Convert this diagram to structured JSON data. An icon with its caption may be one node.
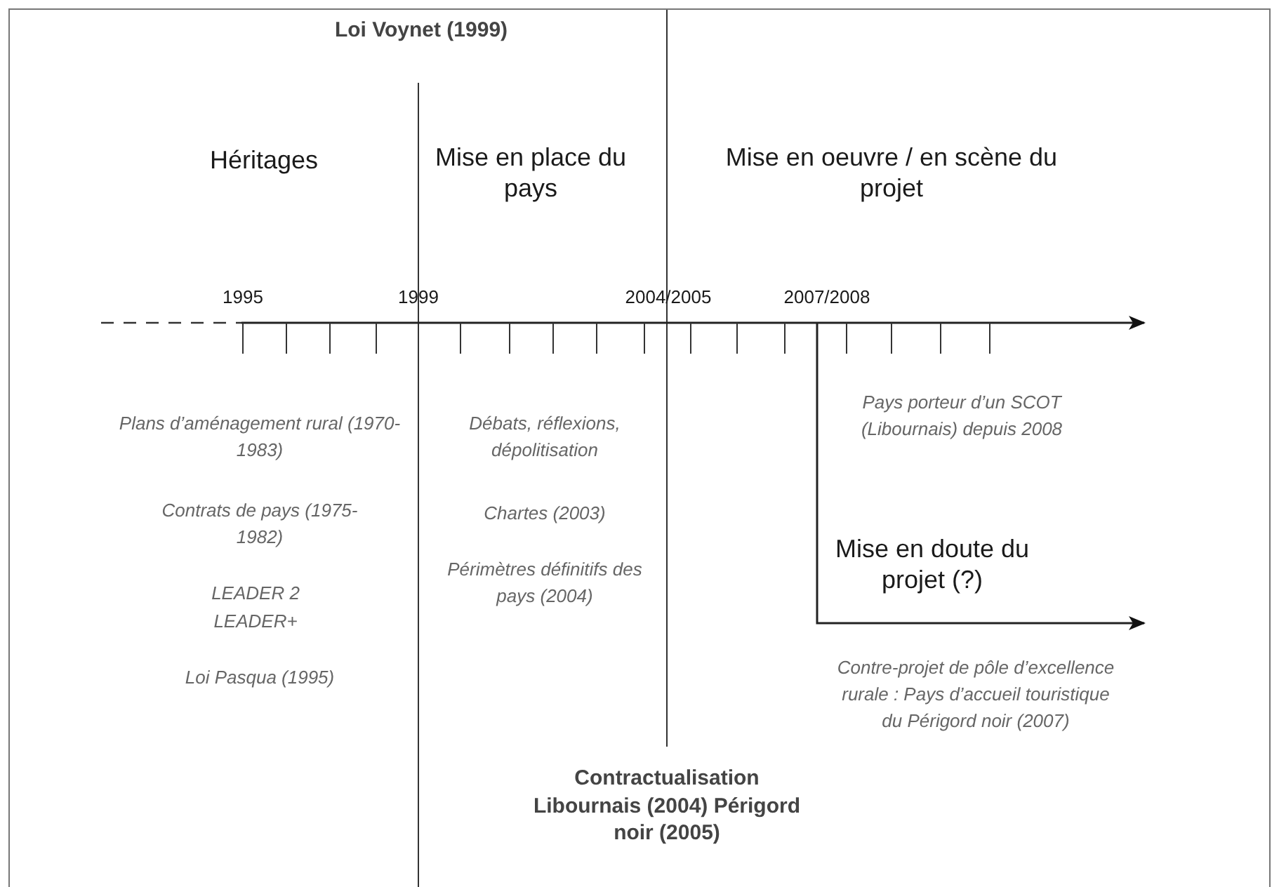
{
  "diagram": {
    "labels": [
      "Loi Voynet (1999)",
      "Héritages",
      "Mise en place du pays",
      "Mise en oeuvre / en scène du projet",
      "1995",
      "1999",
      "2004/2005",
      "2007/2008",
      "Plans d’aménagement rural (1970-1983)",
      "Débats, réflexions, dépolitisation",
      "Pays porteur d’un SCOT (Libournais) depuis 2008",
      "Contrats de pays (1975-1982)",
      "Chartes (2003)",
      "Mise en doute du projet (?)",
      "LEADER 2",
      "LEADER+",
      "Périmètres définitifs des pays (2004)",
      "Loi Pasqua (1995)",
      "Contre-projet de pôle d’excellence rurale : Pays d’accueil touristique du Périgord noir (2007)",
      "Contractualisation Libournais (2004) Périgord noir (2005)"
    ]
  }
}
